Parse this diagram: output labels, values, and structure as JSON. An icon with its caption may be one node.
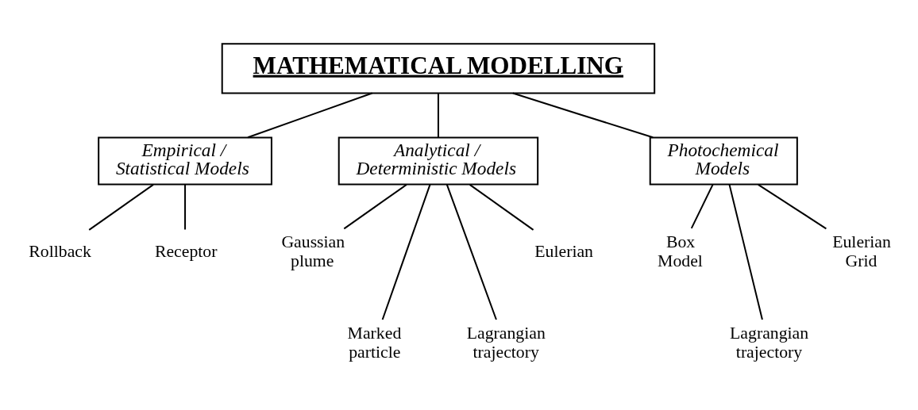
{
  "diagram": {
    "nodes": [
      {
        "text": [
          "MATHEMATICAL MODELLING"
        ]
      },
      {
        "text": [
          "Empirical / Statistical Models"
        ]
      },
      {
        "text": [
          "Analytical / Deterministic Models"
        ]
      },
      {
        "text": [
          "Photochemical Models"
        ]
      },
      {
        "text": [
          "Rollback"
        ]
      },
      {
        "text": [
          "Receptor"
        ]
      },
      {
        "text": [
          "Gaussian plume"
        ]
      },
      {
        "text": [
          "Marked particle"
        ]
      },
      {
        "text": [
          "Lagrangian trajectory"
        ]
      },
      {
        "text": [
          "Eulerian"
        ]
      },
      {
        "text": [
          "Box Model"
        ]
      },
      {
        "text": [
          "Lagrangian trajectory"
        ]
      },
      {
        "text": [
          "Eulerian Grid"
        ]
      }
    ],
    "edges": [
      {
        "from": 0,
        "to": 1,
        "arrow": "none"
      },
      {
        "from": 0,
        "to": 2,
        "arrow": "none"
      },
      {
        "from": 0,
        "to": 3,
        "arrow": "none"
      },
      {
        "from": 1,
        "to": 4,
        "arrow": "none"
      },
      {
        "from": 1,
        "to": 5,
        "arrow": "none"
      },
      {
        "from": 2,
        "to": 6,
        "arrow": "none"
      },
      {
        "from": 2,
        "to": 7,
        "arrow": "none"
      },
      {
        "from": 2,
        "to": 8,
        "arrow": "none"
      },
      {
        "from": 2,
        "to": 9,
        "arrow": "none"
      },
      {
        "from": 3,
        "to": 10,
        "arrow": "none"
      },
      {
        "from": 3,
        "to": 11,
        "arrow": "none"
      },
      {
        "from": 3,
        "to": 12,
        "arrow": "none"
      }
    ]
  }
}
